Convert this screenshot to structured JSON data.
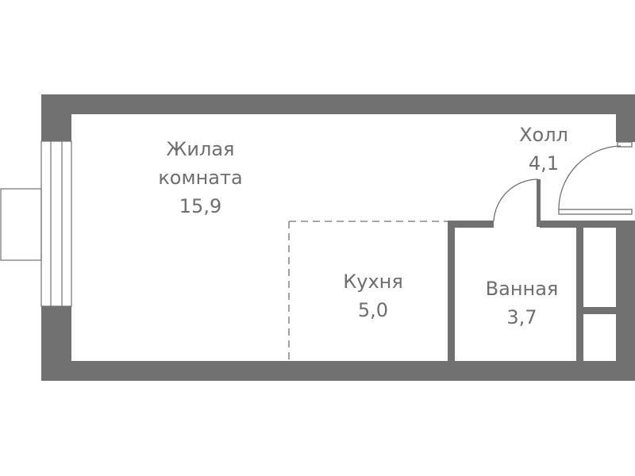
{
  "colors": {
    "wall": "#717171",
    "line": "#6e6e6e",
    "text": "#6e6e6e",
    "background": "#ffffff"
  },
  "rooms": {
    "living": {
      "name_line1": "Жилая",
      "name_line2": "комната",
      "area": "15,9"
    },
    "hall": {
      "name": "Холл",
      "area": "4,1"
    },
    "kitchen": {
      "name": "Кухня",
      "area": "5,0"
    },
    "bathroom": {
      "name": "Ванная",
      "area": "3,7"
    }
  }
}
